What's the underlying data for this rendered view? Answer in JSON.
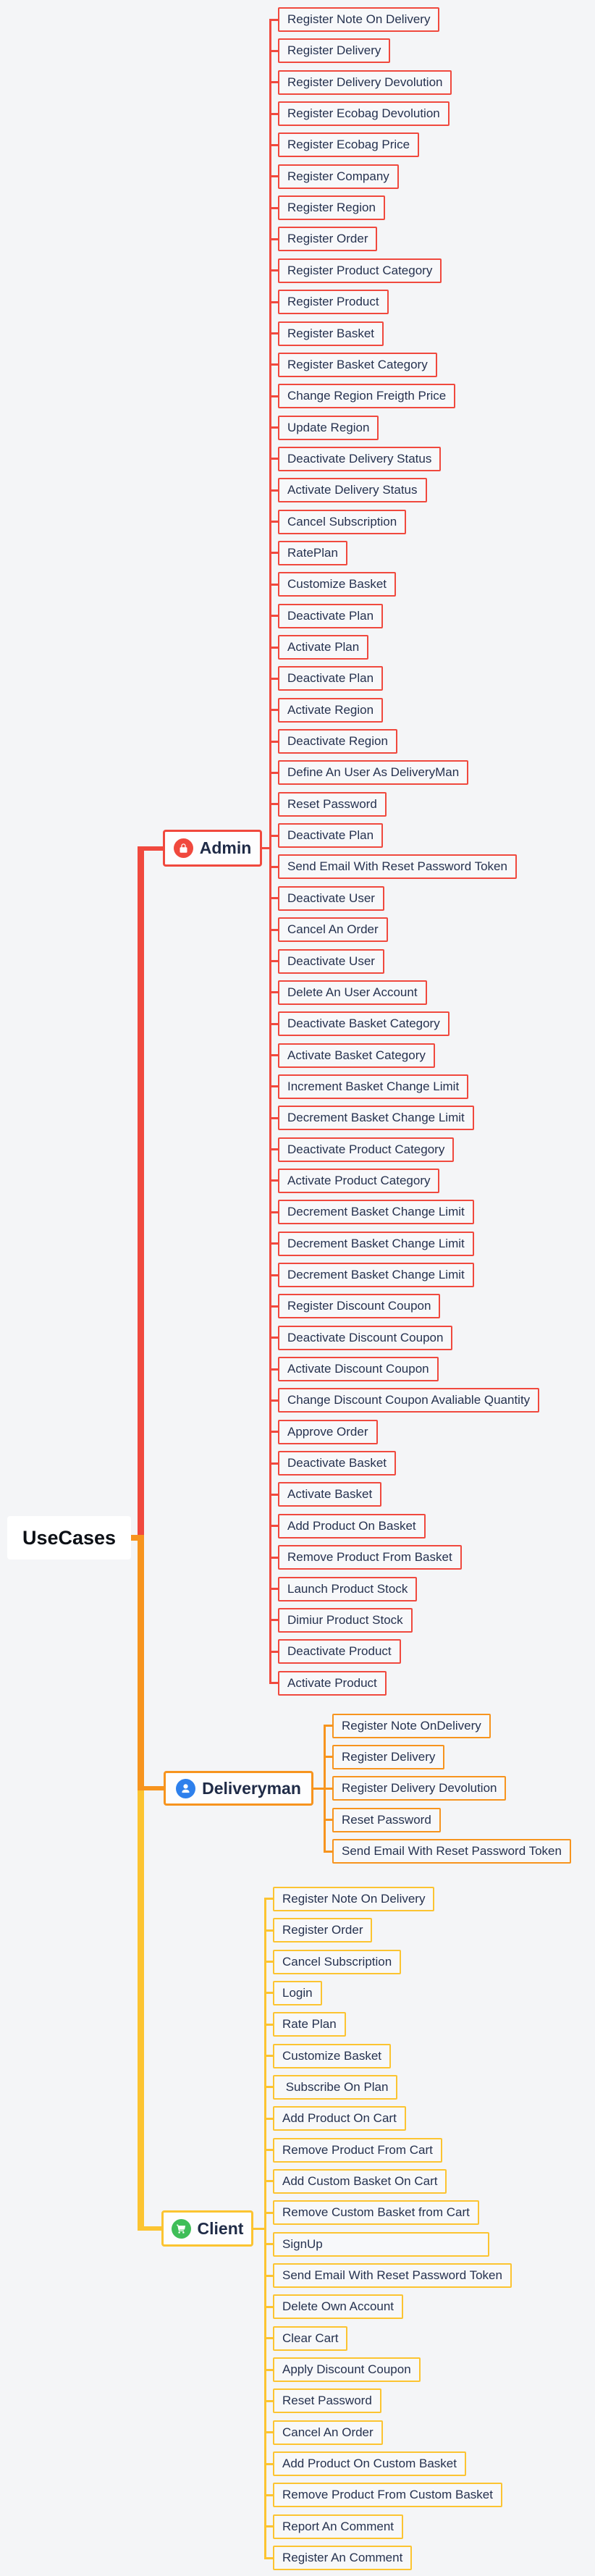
{
  "root": {
    "label": "UseCases"
  },
  "colors": {
    "admin": "#f0493e",
    "deliveryman": "#f7941e",
    "client": "#fcc431",
    "admin_icon": "#f0493e",
    "deliveryman_icon": "#2e80ec",
    "client_icon": "#3fbe58",
    "text": "#26324f",
    "background": "#f4f5f7"
  },
  "branches": [
    {
      "id": "admin",
      "label": "Admin",
      "color": "#f0493e",
      "icon": "lock-icon",
      "icon_color": "#f0493e",
      "items": [
        "Register Note On Delivery",
        "Register Delivery",
        "Register Delivery Devolution",
        "Register Ecobag Devolution",
        "Register Ecobag Price",
        "Register Company",
        "Register Region",
        "Register Order",
        "Register Product Category",
        "Register Product",
        "Register Basket",
        "Register Basket Category",
        "Change Region Freigth Price",
        "Update Region",
        "Deactivate Delivery Status",
        "Activate Delivery Status",
        "Cancel Subscription",
        "RatePlan",
        "Customize Basket",
        "Deactivate Plan",
        "Activate Plan",
        "Deactivate Plan",
        "Activate Region",
        "Deactivate Region",
        "Define An User As DeliveryMan",
        "Reset Password",
        "Deactivate Plan",
        "Send Email With Reset Password Token",
        "Deactivate User",
        "Cancel An Order",
        "Deactivate User",
        "Delete An User Account",
        "Deactivate Basket Category",
        "Activate Basket Category",
        "Increment Basket Change Limit",
        "Decrement Basket Change Limit",
        "Deactivate Product Category",
        "Activate Product Category",
        "Decrement Basket Change Limit",
        "Decrement Basket Change Limit",
        "Decrement Basket Change Limit",
        "Register Discount Coupon",
        "Deactivate Discount Coupon",
        "Activate Discount Coupon",
        "Change Discount Coupon Avaliable Quantity",
        "Approve Order",
        "Deactivate Basket",
        "Activate Basket",
        "Add Product On Basket",
        "Remove Product From Basket",
        "Launch Product Stock",
        "Dimiur Product Stock",
        "Deactivate Product",
        "Activate Product"
      ]
    },
    {
      "id": "deliveryman",
      "label": "Deliveryman",
      "color": "#f7941e",
      "icon": "person-icon",
      "icon_color": "#2e80ec",
      "items": [
        "Register Note OnDelivery",
        "Register Delivery",
        "Register Delivery Devolution",
        "Reset Password",
        "Send Email With Reset Password Token"
      ]
    },
    {
      "id": "client",
      "label": "Client",
      "color": "#fcc431",
      "icon": "cart-icon",
      "icon_color": "#3fbe58",
      "items": [
        "Register Note On Delivery",
        "Register Order",
        "Cancel Subscription",
        "Login",
        "Rate Plan",
        "Customize Basket",
        " Subscribe On Plan",
        "Add Product On Cart",
        "Remove Product From Cart",
        "Add Custom Basket On Cart",
        "Remove Custom Basket from Cart",
        "SignUp                                              ",
        "Send Email With Reset Password Token",
        "Delete Own Account",
        "Clear Cart",
        "Apply Discount Coupon",
        "Reset Password",
        "Cancel An Order",
        "Add Product On Custom Basket",
        "Remove Product From Custom Basket",
        "Report An Comment",
        "Register An Comment"
      ]
    }
  ]
}
